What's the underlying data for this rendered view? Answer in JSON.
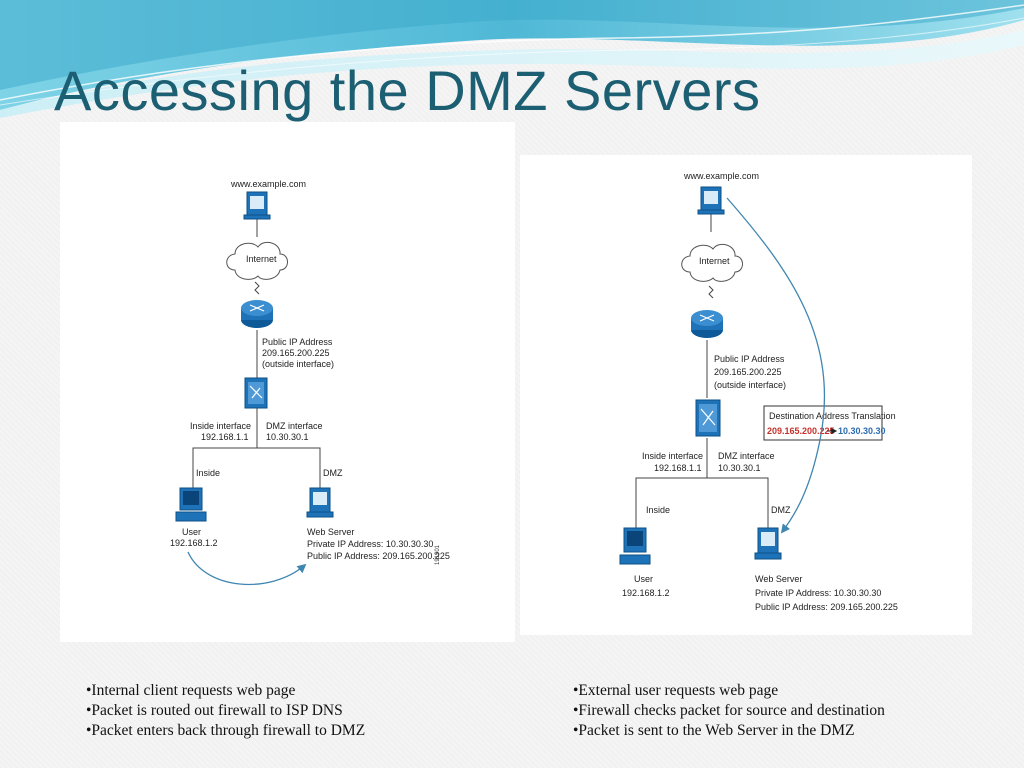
{
  "title": "Accessing the DMZ Servers",
  "left_diagram": {
    "website": "www.example.com",
    "internet": "Internet",
    "public_ip": [
      "Public IP Address",
      "209.165.200.225",
      "(outside interface)"
    ],
    "inside_interface": [
      "Inside interface",
      "192.168.1.1"
    ],
    "dmz_interface": [
      "DMZ interface",
      "10.30.30.1"
    ],
    "inside": "Inside",
    "dmz": "DMZ",
    "user": [
      "User",
      "192.168.1.2"
    ],
    "web_server": [
      "Web Server",
      "Private IP Address: 10.30.30.30",
      "Public IP Address: 209.165.200.225"
    ],
    "figure_id": "191901"
  },
  "right_diagram": {
    "website": "www.example.com",
    "internet": "Internet",
    "public_ip": [
      "Public IP Address",
      "209.165.200.225",
      "(outside interface)"
    ],
    "inside_interface": [
      "Inside interface",
      "192.168.1.1"
    ],
    "dmz_interface": [
      "DMZ interface",
      "10.30.30.1"
    ],
    "inside": "Inside",
    "dmz": "DMZ",
    "user": [
      "User",
      "192.168.1.2"
    ],
    "web_server": [
      "Web Server",
      "Private IP Address: 10.30.30.30",
      "Public IP Address: 209.165.200.225"
    ],
    "translation": {
      "title": "Destination Address Translation",
      "from": "209.165.200.225",
      "to": "10.30.30.30"
    }
  },
  "bullets_left": [
    "•Internal client requests web page",
    "•Packet is routed out firewall to ISP DNS",
    "•Packet enters back through firewall to DMZ"
  ],
  "bullets_right": [
    "•External user requests web page",
    "•Firewall checks packet for source and destination",
    "•Packet is sent to the Web Server in the DMZ"
  ],
  "colors": {
    "title": "#1c5f73",
    "device_blue": "#1e73b8",
    "arrow": "#3f86b0",
    "translation_from": "#c7302b",
    "translation_to": "#2b6cb0"
  }
}
